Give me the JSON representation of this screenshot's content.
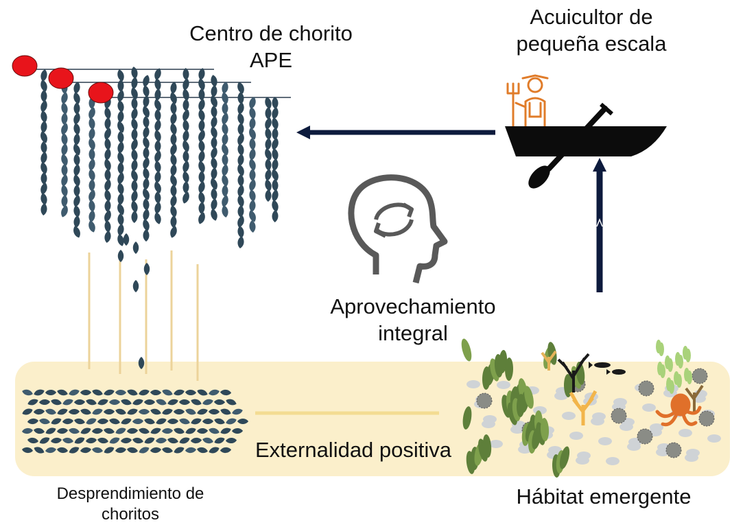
{
  "labels": {
    "mussel_center_line1": "Centro de chorito",
    "mussel_center_line2": "APE",
    "farmer_line1": "Acuicultor de",
    "farmer_line2": "pequeña escala",
    "use_line1": "Aprovechamiento",
    "use_line2": "integral",
    "externality": "Externalidad positiva",
    "detach_line1": "Desprendimiento de",
    "detach_line2": "choritos",
    "habitat": "Hábitat emergente"
  },
  "icons": {
    "longline_buoys": "red-buoy-icon",
    "mussel_ropes": "mussel-rope-icon",
    "farmer": "farmer-icon",
    "boat": "rowboat-icon",
    "head": "head-recycle-icon",
    "seabed": "seabed-icon",
    "octopus": "octopus-icon",
    "fish": "fish-icon"
  },
  "colors": {
    "buoy": "#e8141b",
    "mussel": "#2f4858",
    "arrow": "#0d1b3d",
    "seabed": "#fbefcb",
    "farmer": "#e07c2a",
    "octopus": "#e0702a",
    "seaweed": "#5e7f3a",
    "coral": "#f2b54a"
  }
}
